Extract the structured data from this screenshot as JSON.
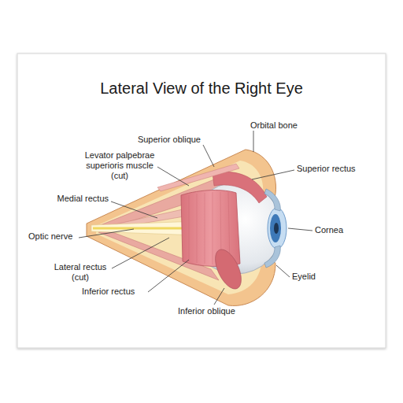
{
  "diagram": {
    "title": "Lateral View of the Right Eye",
    "labels": [
      "Superior oblique",
      "Orbital bone",
      "Levator palpebrae superioris muscle (cut)",
      "Superior rectus",
      "Medial rectus",
      "Cornea",
      "Optic nerve",
      "Eyelid",
      "Lateral rectus (cut)",
      "Inferior rectus",
      "Inferior oblique"
    ]
  }
}
